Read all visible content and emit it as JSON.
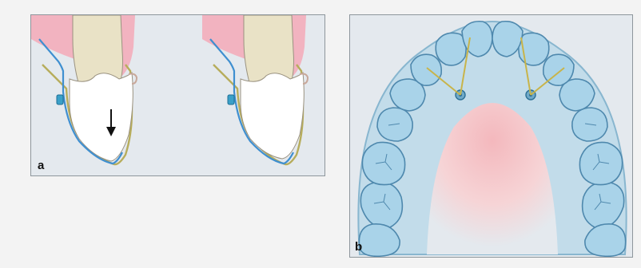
{
  "figure": {
    "panels": [
      {
        "id": "a",
        "label": "a"
      },
      {
        "id": "b",
        "label": "b"
      }
    ]
  },
  "colors": {
    "panel_bg": "#e4e9ee",
    "gingiva": "#f2b3c0",
    "root": "#e9e2c6",
    "crown": "#ffffff",
    "aligner_blue": "#3f8fd0",
    "elastic_gold": "#b7ad5c",
    "attachment": "#3aa0c8",
    "teeth_fill": "#a9d3e9",
    "palate_pink": "#f6c9cc"
  }
}
